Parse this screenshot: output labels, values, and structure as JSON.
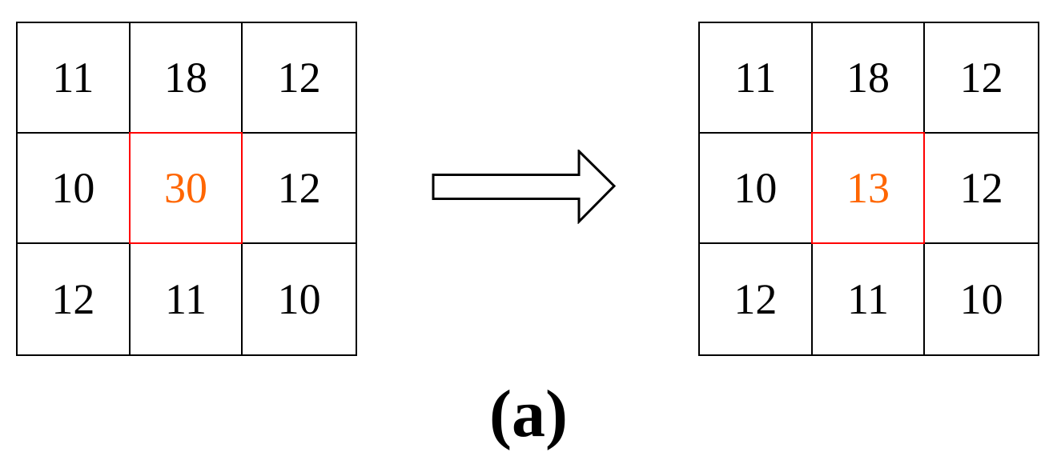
{
  "caption": "(a)",
  "grids": [
    {
      "cells": [
        "11",
        "18",
        "12",
        "10",
        "30",
        "12",
        "12",
        "11",
        "10"
      ],
      "highlight_index": 4
    },
    {
      "cells": [
        "11",
        "18",
        "12",
        "10",
        "13",
        "12",
        "12",
        "11",
        "10"
      ],
      "highlight_index": 4
    }
  ],
  "arrow": {
    "icon": "right-arrow",
    "direction": "right"
  },
  "colors": {
    "grid_line": "#000000",
    "highlight_border": "#ff0000",
    "highlight_text": "#ff6600",
    "text": "#000000",
    "background": "#ffffff"
  }
}
